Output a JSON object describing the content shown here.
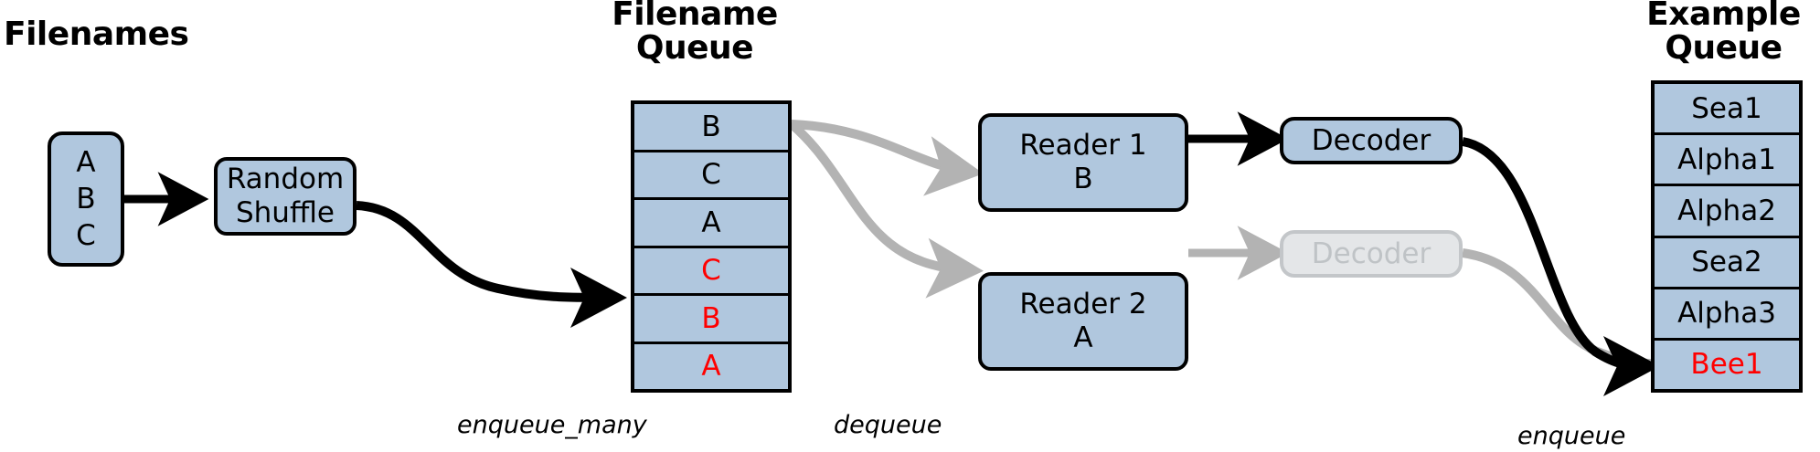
{
  "diagram": {
    "title_filenames": "Filenames",
    "title_filename_queue": "Filename\nQueue",
    "title_example_queue": "Example\nQueue",
    "colors": {
      "box_fill": "#b0c7de",
      "box_stroke": "#000000",
      "dim_fill": "#e4e6e8",
      "dim_stroke": "#c3c6c9",
      "dim_text": "#bfc3c6",
      "highlight_text": "#ff0000",
      "edge_active": "#000000",
      "edge_inactive": "#b3b3b3",
      "background": "#ffffff"
    }
  },
  "filenames_stack": {
    "name": "filenames-stack",
    "items": [
      "A",
      "B",
      "C"
    ]
  },
  "random_shuffle": {
    "label_line1": "Random",
    "label_line2": "Shuffle"
  },
  "filename_queue": {
    "cells": [
      {
        "text": "B",
        "highlight": false
      },
      {
        "text": "C",
        "highlight": false
      },
      {
        "text": "A",
        "highlight": false
      },
      {
        "text": "C",
        "highlight": true
      },
      {
        "text": "B",
        "highlight": true
      },
      {
        "text": "A",
        "highlight": true
      }
    ]
  },
  "readers": [
    {
      "title": "Reader 1",
      "value": "B",
      "dim": false
    },
    {
      "title": "Reader 2",
      "value": "A",
      "dim": false
    }
  ],
  "decoders": [
    {
      "label": "Decoder",
      "dim": false
    },
    {
      "label": "Decoder",
      "dim": true
    }
  ],
  "example_queue": {
    "cells": [
      {
        "text": "Sea1",
        "highlight": false
      },
      {
        "text": "Alpha1",
        "highlight": false
      },
      {
        "text": "Alpha2",
        "highlight": false
      },
      {
        "text": "Sea2",
        "highlight": false
      },
      {
        "text": "Alpha3",
        "highlight": false
      },
      {
        "text": "Bee1",
        "highlight": true
      }
    ]
  },
  "edge_labels": {
    "enqueue_many": "enqueue_many",
    "dequeue": "dequeue",
    "enqueue": "enqueue"
  }
}
